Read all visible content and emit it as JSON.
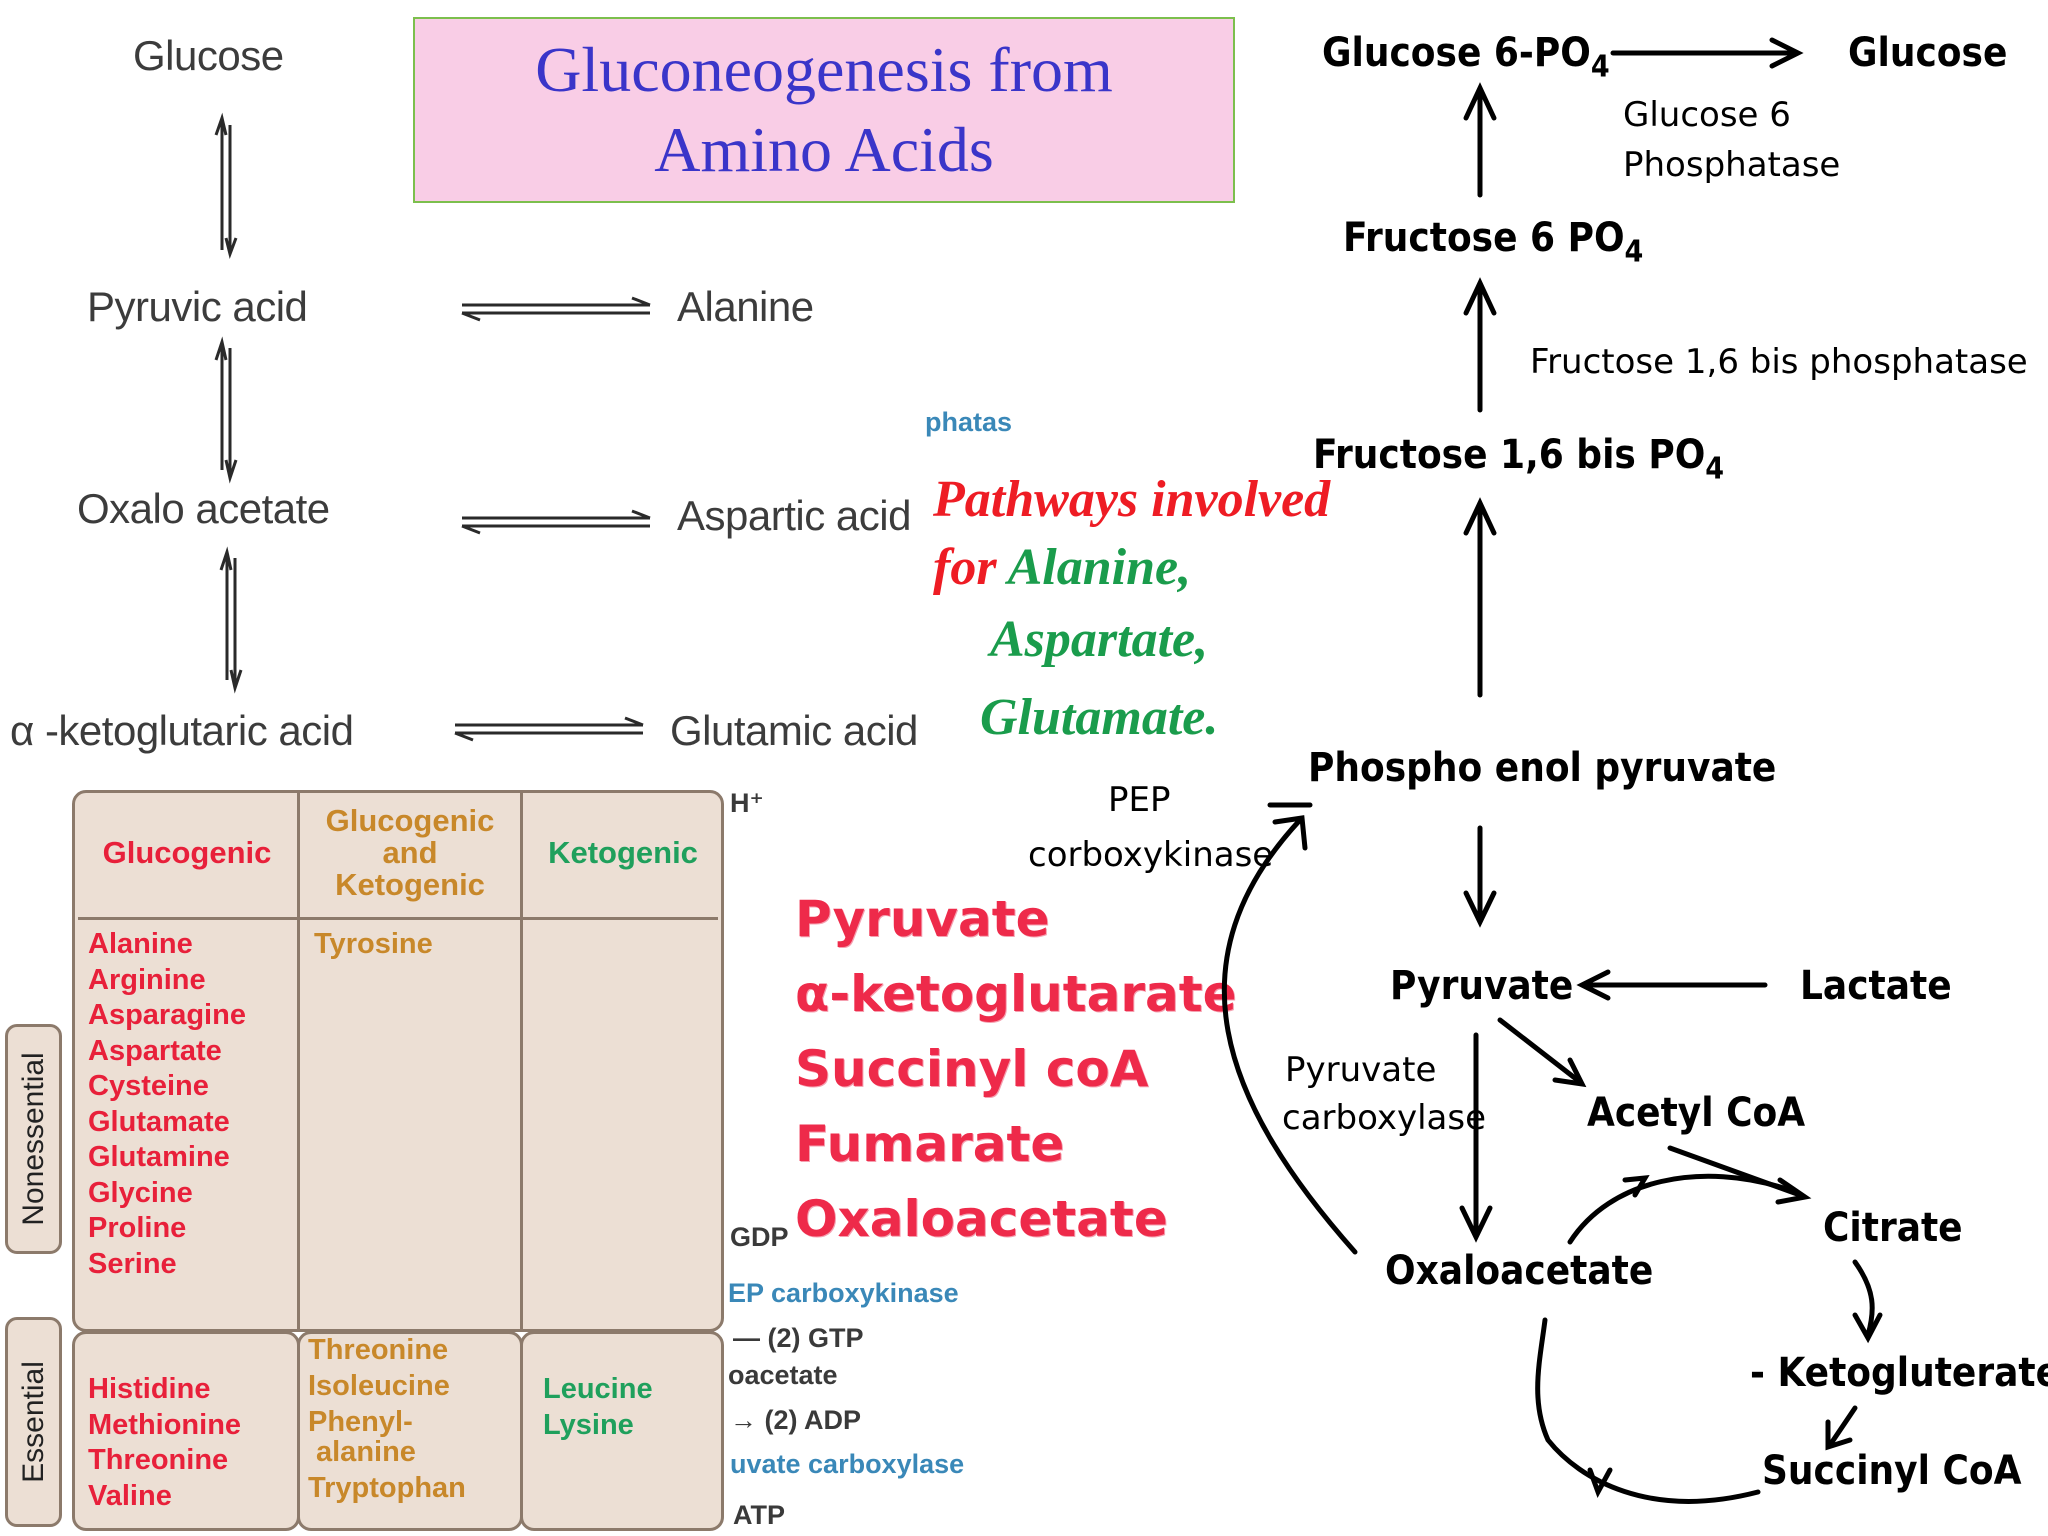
{
  "title": {
    "line1": "Gluconeogenesis from",
    "line2": "Amino Acids"
  },
  "left_pathway": {
    "glucose": "Glucose",
    "pyruvic_acid": "Pyruvic acid",
    "alanine": "Alanine",
    "oxalo_acetate": "Oxalo acetate",
    "aspartic_acid": "Aspartic acid",
    "alpha_ketoglutaric_acid": "α -ketoglutaric acid",
    "glutamic_acid": "Glutamic acid"
  },
  "pathways_note": {
    "line1": "Pathways involved",
    "for": "for ",
    "alanine": "Alanine,",
    "aspartate": "Aspartate,",
    "glutamate": "Glutamate."
  },
  "intermediates": [
    "Pyruvate",
    "α-ketoglutarate",
    "Succinyl coA",
    "Fumarate",
    "Oxaloacetate"
  ],
  "right_diagram": {
    "glucose6po4": "Glucose 6-PO",
    "glucose": "Glucose",
    "glucose6_phosphatase_1": "Glucose 6",
    "glucose6_phosphatase_2": "Phosphatase",
    "fructose6po4": "Fructose 6 PO",
    "fructose16_bisphosphatase": "Fructose 1,6 bis phosphatase",
    "fructose16_bispo4": "Fructose 1,6 bis PO",
    "subscript4": "4",
    "pep": "Phospho enol pyruvate",
    "pep_carboxykinase_1": "PEP",
    "pep_carboxykinase_2": "corboxykinase",
    "pyruvate": "Pyruvate",
    "lactate": "Lactate",
    "pyruvate_carboxylase_1": "Pyruvate",
    "pyruvate_carboxylase_2": "carboxylase",
    "acetyl_coa": "Acetyl CoA",
    "oxaloacetate": "Oxaloacetate",
    "citrate": "Citrate",
    "ketogluterate": "- Ketogluterate",
    "succinyl_coa": "Succinyl CoA"
  },
  "amino_table": {
    "headers": {
      "glucogenic": "Glucogenic",
      "both_1": "Glucogenic",
      "both_2": "and",
      "both_3": "Ketogenic",
      "ketogenic": "Ketogenic"
    },
    "row_labels": {
      "nonessential": "Nonessential",
      "essential": "Essential"
    },
    "nonessential_glucogenic": [
      "Alanine",
      "Arginine",
      "Asparagine",
      "Aspartate",
      "Cysteine",
      "Glutamate",
      "Glutamine",
      "Glycine",
      "Proline",
      "Serine"
    ],
    "nonessential_both": [
      "Tyrosine"
    ],
    "essential_glucogenic": [
      "Histidine",
      "Methionine",
      "Threonine",
      "Valine"
    ],
    "essential_both": [
      "Threonine",
      "Isoleucine",
      "Phenyl-",
      "alanine",
      "Tryptophan"
    ],
    "essential_ketogenic": [
      "Leucine",
      "Lysine"
    ]
  },
  "fragments": {
    "phatas": "phatas",
    "h_plus": "H⁺",
    "gdp": "GDP",
    "ep_carboxykinase": "EP carboxykinase",
    "gtp": "— (2) GTP",
    "oacetate": "oacetate",
    "adp": "→ (2) ADP",
    "uvate_carboxylase": "uvate carboxylase",
    "atp": "ATP"
  },
  "colors": {
    "title_bg": "#f9cde6",
    "title_text": "#3a35c9",
    "red": "#ee1c24",
    "green": "#1a9c4c",
    "table_bg": "#ecdfd4"
  }
}
